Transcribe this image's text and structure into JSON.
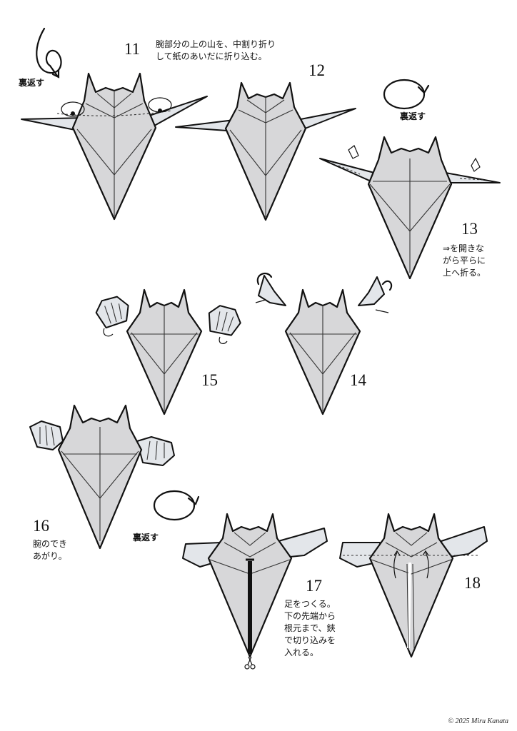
{
  "steps": {
    "s11": {
      "number": "11",
      "note": "腕部分の上の山を、中割り折り\nして紙のあいだに折り込む。",
      "flip_label": "裏返す"
    },
    "s12": {
      "number": "12"
    },
    "s13": {
      "number": "13",
      "note": "⇒を開きな\nがら平らに\n上へ折る。",
      "flip_label": "裏返す"
    },
    "s14": {
      "number": "14"
    },
    "s15": {
      "number": "15"
    },
    "s16": {
      "number": "16",
      "note": "腕のでき\nあがり。",
      "flip_label": "裏返す"
    },
    "s17": {
      "number": "17",
      "note": "足をつくる。\n下の先端から\n根元まで、鋏\nで切り込みを\n入れる。"
    },
    "s18": {
      "number": "18"
    }
  },
  "icons": {
    "flip": "flip-over-arrow-icon",
    "scissors": "scissors-icon"
  },
  "footer": {
    "copyright": "© 2025 Miru Kanata"
  },
  "colors": {
    "paper": "#d7d7d9",
    "wing": "#e3e6ea",
    "line": "#111111"
  }
}
